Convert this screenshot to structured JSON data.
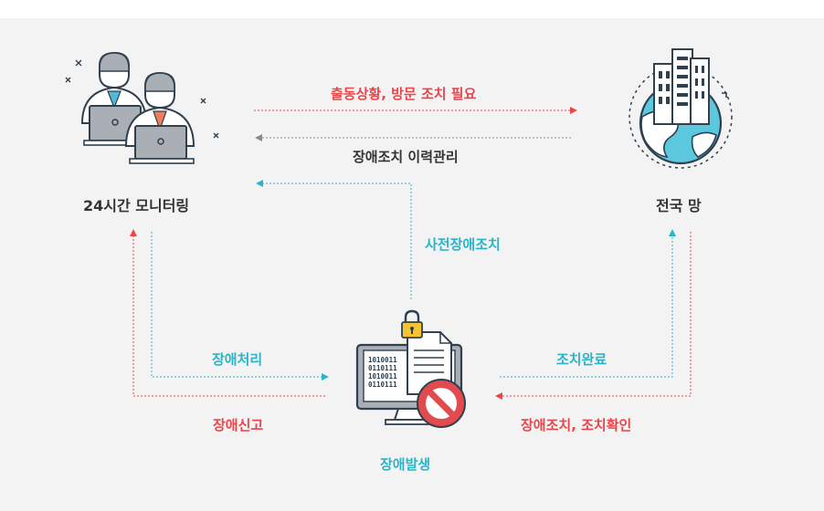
{
  "nodes": {
    "monitoring": "24시간 모니터링",
    "network": "전국 망",
    "incident": "장애발생"
  },
  "edges": {
    "dispatch": "출동상황, 방문 조치 필요",
    "history": "장애조치 이력관리",
    "preventive": "사전장애조치",
    "handling": "장애처리",
    "report": "장애신고",
    "completed": "조치완료",
    "confirm": "장애조치, 조치확인"
  },
  "illustration": {
    "binary_lines": [
      "1010011",
      "0110111",
      "1010011",
      "0110111"
    ]
  },
  "colors": {
    "red": "#e8464b",
    "teal": "#2bb3c8",
    "gray": "#8a8a8a",
    "background": "#f3f3f3"
  }
}
